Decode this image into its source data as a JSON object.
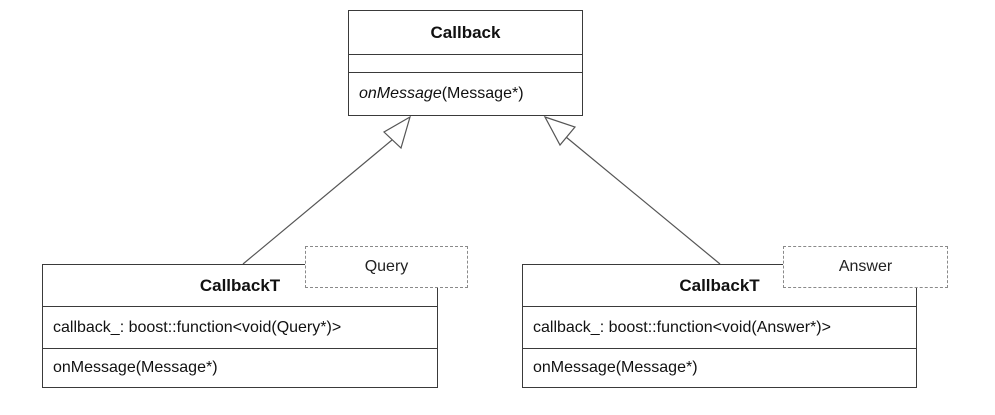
{
  "base_class": {
    "name": "Callback",
    "attributes": "",
    "operation_name": "onMessage",
    "operation_params": "(Message*)"
  },
  "derived_classes": [
    {
      "name": "CallbackT",
      "template_param": "Query",
      "attribute": "callback_: boost::function<void(Query*)>",
      "operation": "onMessage(Message*)"
    },
    {
      "name": "CallbackT",
      "template_param": "Answer",
      "attribute": "callback_: boost::function<void(Answer*)>",
      "operation": "onMessage(Message*)"
    }
  ],
  "relationships": [
    {
      "type": "generalization",
      "from": "CallbackT<Query>",
      "to": "Callback"
    },
    {
      "type": "generalization",
      "from": "CallbackT<Answer>",
      "to": "Callback"
    }
  ]
}
